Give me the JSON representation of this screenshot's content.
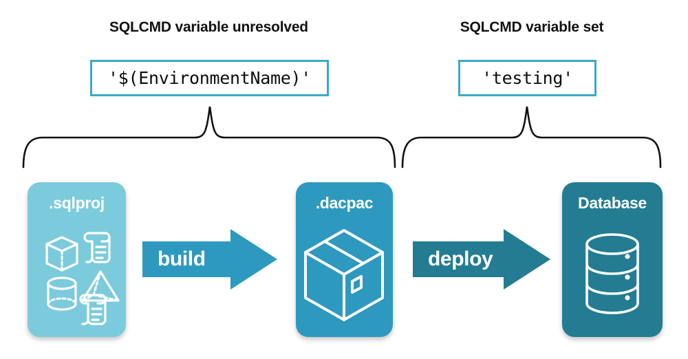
{
  "diagram": {
    "sections": [
      {
        "title": "SQLCMD variable unresolved",
        "value": "'$(EnvironmentName)'"
      },
      {
        "title": "SQLCMD variable set",
        "value": "'testing'"
      }
    ],
    "cards": [
      {
        "label": ".sqlproj",
        "color": "#7CCBDD",
        "icon": "project-shapes-icon"
      },
      {
        "label": ".dacpac",
        "color": "#2E99BE",
        "icon": "package-box-icon"
      },
      {
        "label": "Database",
        "color": "#237C92",
        "icon": "database-cylinder-icon"
      }
    ],
    "arrows": [
      {
        "label": "build",
        "color": "#2E99BE"
      },
      {
        "label": "deploy",
        "color": "#237C92"
      }
    ],
    "colors": {
      "code_box_border": "#3CA8C6",
      "brace_stroke": "#111111",
      "title_text": "#111111",
      "card_text": "#ffffff"
    }
  }
}
